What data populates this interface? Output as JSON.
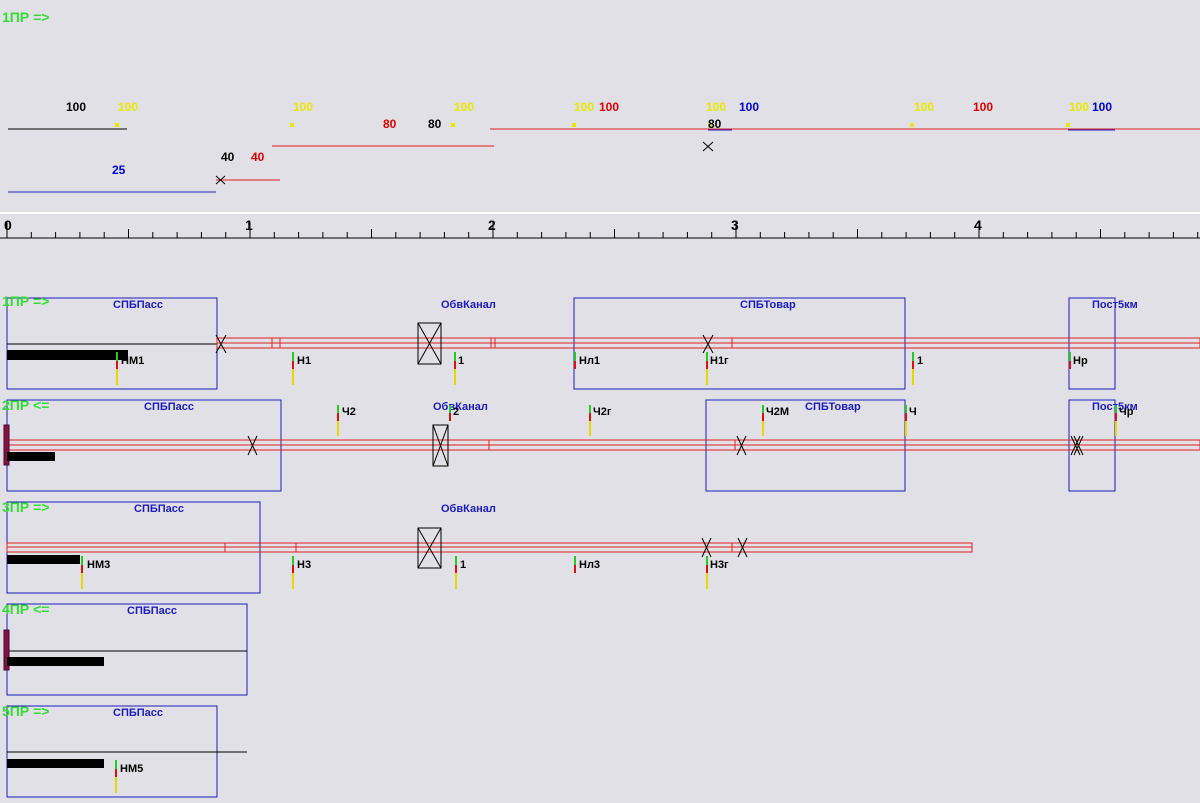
{
  "colors": {
    "background": "#e1e0e6",
    "track_red": "#e02020",
    "station_blue": "#1c1cc0",
    "direction_green": "#33dd33",
    "speed_black": "#000000",
    "speed_yellow": "#e8e800",
    "speed_red": "#e00000",
    "speed_blue": "#0000d0",
    "signal_green": "#22cc22",
    "signal_red": "#e01010",
    "signal_yellow": "#e8d800"
  },
  "header_direction": "1ПР =>",
  "speed_labels": [
    {
      "text": "100",
      "color": "black"
    },
    {
      "text": "100",
      "color": "yellow"
    },
    {
      "text": "25",
      "color": "blue"
    },
    {
      "text": "40",
      "color": "black"
    },
    {
      "text": "40",
      "color": "red"
    },
    {
      "text": "100",
      "color": "yellow"
    },
    {
      "text": "80",
      "color": "red"
    },
    {
      "text": "80",
      "color": "black"
    },
    {
      "text": "100",
      "color": "yellow"
    },
    {
      "text": "100",
      "color": "yellow"
    },
    {
      "text": "100",
      "color": "red"
    },
    {
      "text": "100",
      "color": "yellow"
    },
    {
      "text": "80",
      "color": "black"
    },
    {
      "text": "100",
      "color": "blue"
    },
    {
      "text": "100",
      "color": "yellow"
    },
    {
      "text": "100",
      "color": "red"
    },
    {
      "text": "100",
      "color": "yellow"
    },
    {
      "text": "100",
      "color": "blue"
    }
  ],
  "ruler": {
    "labels": [
      "0",
      "1",
      "2",
      "3",
      "4"
    ]
  },
  "tracks": [
    {
      "direction": "1ПР =>",
      "stations": [
        "СПБПасс",
        "ОбвКанал",
        "СПБТовар",
        "Пост5км"
      ],
      "signals": [
        "НМ1",
        "Н1",
        "1",
        "Нл1",
        "Н1г",
        "1",
        "Нр"
      ]
    },
    {
      "direction": "2ПР <=",
      "stations": [
        "СПБПасс",
        "ОбвКанал",
        "СПБТовар",
        "Пост5км"
      ],
      "signals": [
        "Ч2",
        "2",
        "Ч2г",
        "Ч2М",
        "Ч",
        "Чр"
      ]
    },
    {
      "direction": "3ПР =>",
      "stations": [
        "СПБПасс",
        "ОбвКанал"
      ],
      "signals": [
        "НМ3",
        "Н3",
        "1",
        "Нл3",
        "Н3г"
      ]
    },
    {
      "direction": "4ПР <=",
      "stations": [
        "СПБПасс"
      ],
      "signals": []
    },
    {
      "direction": "5ПР =>",
      "stations": [
        "СПБПасс"
      ],
      "signals": [
        "НМ5"
      ]
    }
  ]
}
